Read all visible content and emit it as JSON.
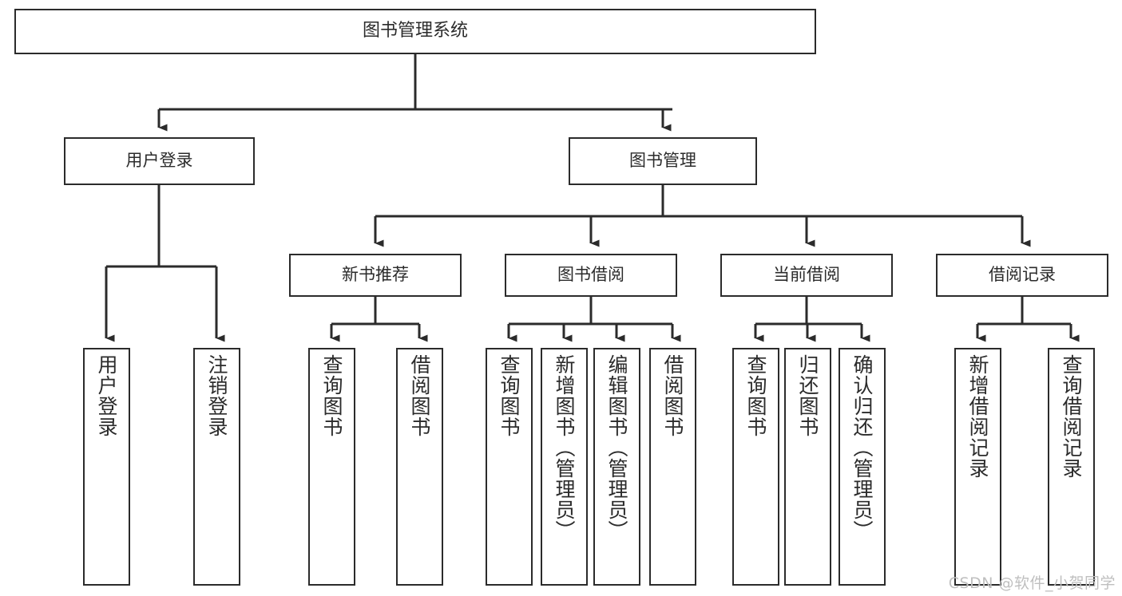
{
  "diagram": {
    "type": "tree-hierarchy",
    "title": "图书管理系统",
    "watermark": "CSDN @软件_小贺同学",
    "colors": {
      "box_border": "#2b2b2b",
      "box_fill": "#ffffff",
      "connector": "#2b2b2b",
      "text": "#2b2b2b",
      "watermark": "#bfbfbf",
      "background": "#ffffff"
    },
    "levels": {
      "level1": [
        {
          "id": "root",
          "label": "图书管理系统"
        }
      ],
      "level2": [
        {
          "id": "user-login",
          "label": "用户登录"
        },
        {
          "id": "book-manage",
          "label": "图书管理"
        }
      ],
      "level3": [
        {
          "id": "new-book-rec",
          "label": "新书推荐",
          "parent": "book-manage"
        },
        {
          "id": "book-borrow",
          "label": "图书借阅",
          "parent": "book-manage"
        },
        {
          "id": "current-borrow",
          "label": "当前借阅",
          "parent": "book-manage"
        },
        {
          "id": "borrow-record",
          "label": "借阅记录",
          "parent": "book-manage"
        }
      ],
      "level4": [
        {
          "id": "leaf-1",
          "label": "用户登录",
          "parent": "user-login"
        },
        {
          "id": "leaf-2",
          "label": "注销登录",
          "parent": "user-login"
        },
        {
          "id": "leaf-3",
          "label": "查询图书",
          "parent": "new-book-rec"
        },
        {
          "id": "leaf-4",
          "label": "借阅图书",
          "parent": "new-book-rec"
        },
        {
          "id": "leaf-5",
          "label": "查询图书",
          "parent": "book-borrow"
        },
        {
          "id": "leaf-6",
          "label": "新增图书（管理员）",
          "parent": "book-borrow"
        },
        {
          "id": "leaf-7",
          "label": "编辑图书（管理员）",
          "parent": "book-borrow"
        },
        {
          "id": "leaf-8",
          "label": "借阅图书",
          "parent": "book-borrow"
        },
        {
          "id": "leaf-9",
          "label": "查询图书",
          "parent": "current-borrow"
        },
        {
          "id": "leaf-10",
          "label": "归还图书",
          "parent": "current-borrow"
        },
        {
          "id": "leaf-11",
          "label": "确认归还（管理员）",
          "parent": "current-borrow"
        },
        {
          "id": "leaf-12",
          "label": "新增借阅记录",
          "parent": "borrow-record"
        },
        {
          "id": "leaf-13",
          "label": "查询借阅记录",
          "parent": "borrow-record"
        }
      ]
    }
  }
}
